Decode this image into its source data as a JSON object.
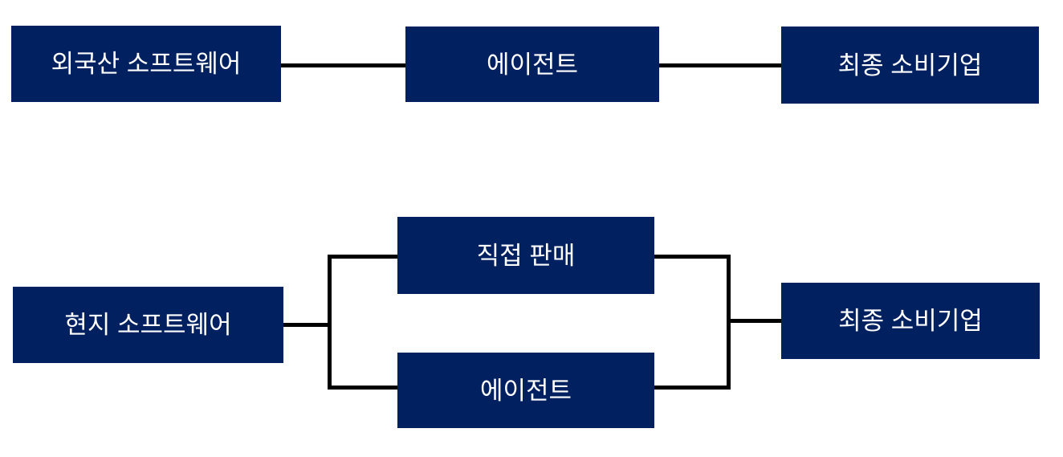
{
  "diagram": {
    "colors": {
      "node_fill": "#002060",
      "node_text": "#ffffff",
      "connector": "#000000",
      "background": "#ffffff"
    },
    "top_flow": {
      "nodes": [
        {
          "id": "foreign-software",
          "label": "외국산 소프트웨어"
        },
        {
          "id": "agent",
          "label": "에이전트"
        },
        {
          "id": "end-consumer",
          "label": "최종 소비기업"
        }
      ],
      "edges": [
        {
          "from": "foreign-software",
          "to": "agent"
        },
        {
          "from": "agent",
          "to": "end-consumer"
        }
      ]
    },
    "bottom_flow": {
      "nodes": [
        {
          "id": "local-software",
          "label": "현지 소프트웨어"
        },
        {
          "id": "direct-sales",
          "label": "직접 판매"
        },
        {
          "id": "agent",
          "label": "에이전트"
        },
        {
          "id": "end-consumer",
          "label": "최종 소비기업"
        }
      ],
      "edges": [
        {
          "from": "local-software",
          "to": "direct-sales"
        },
        {
          "from": "local-software",
          "to": "agent"
        },
        {
          "from": "direct-sales",
          "to": "end-consumer"
        },
        {
          "from": "agent",
          "to": "end-consumer"
        }
      ]
    }
  }
}
